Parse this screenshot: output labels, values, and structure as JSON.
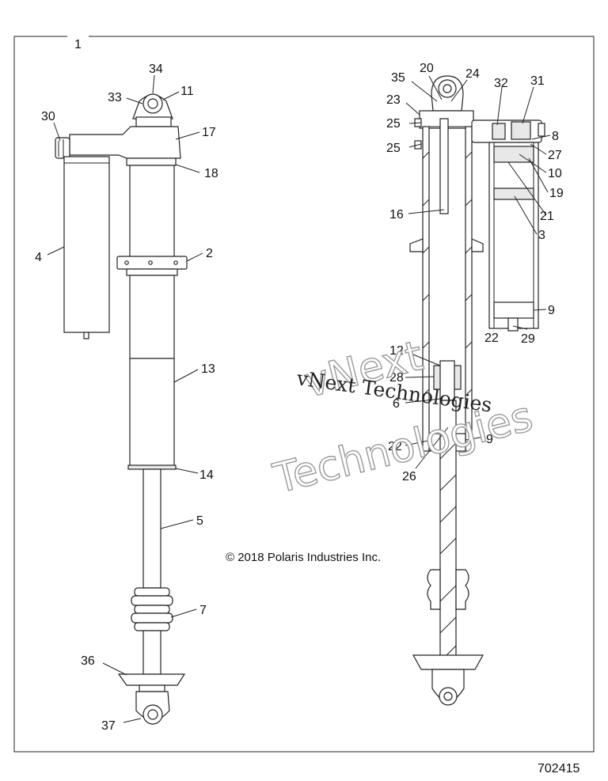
{
  "callouts": {
    "l1": "1",
    "l2": "2",
    "l3": "3",
    "l4": "4",
    "l5": "5",
    "l6": "6",
    "l7": "7",
    "l8": "8",
    "l9a": "9",
    "l9b": "9",
    "l10": "10",
    "l11": "11",
    "l12": "12",
    "l13": "13",
    "l14": "14",
    "l16": "16",
    "l17": "17",
    "l18": "18",
    "l19": "19",
    "l20": "20",
    "l21": "21",
    "l22a": "22",
    "l22b": "22",
    "l23": "23",
    "l24": "24",
    "l25a": "25",
    "l25b": "25",
    "l26": "26",
    "l27": "27",
    "l28": "28",
    "l29": "29",
    "l30": "30",
    "l31": "31",
    "l32": "32",
    "l33": "33",
    "l34": "34",
    "l35": "35",
    "l36": "36",
    "l37": "37"
  },
  "copyright": "© 2018 Polaris Industries Inc.",
  "reference_number": "702415",
  "watermark": {
    "line1": "vNext Technologies",
    "line2a": "vNext",
    "line2b": "Technologies"
  }
}
